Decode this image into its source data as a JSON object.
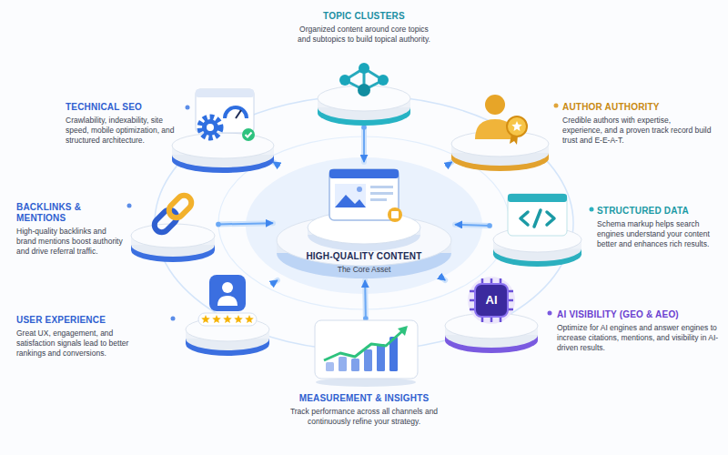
{
  "diagram": {
    "nodes": [
      {
        "text": [
          "TOPIC CLUSTERS",
          "Organized content around core topics and subtopics to build topical authority."
        ]
      },
      {
        "text": [
          "TECHNICAL SEO",
          "Crawlability, indexability, site speed, mobile optimization, and structured architecture."
        ]
      },
      {
        "text": [
          "AUTHOR AUTHORITY",
          "Credible authors with expertise, experience, and a proven track record build trust and E-E-A-T."
        ]
      },
      {
        "text": [
          "BACKLINKS & MENTIONS",
          "High-quality backlinks and brand mentions boost authority and drive referral traffic."
        ]
      },
      {
        "text": [
          "HIGH-QUALITY CONTENT",
          "The Core Asset"
        ]
      },
      {
        "text": [
          "STRUCTURED DATA",
          "Schema markup helps search engines understand your content better and enhances rich results."
        ]
      },
      {
        "text": [
          "USER EXPERIENCE",
          "Great UX, engagement, and satisfaction signals lead to better rankings and conversions."
        ]
      },
      {
        "text": [
          "AI VISIBILITY (GEO & AEO)",
          "Optimize for AI engines and answer engines to increase citations, mentions, and visibility in AI-driven results."
        ]
      },
      {
        "text": [
          "MEASUREMENT & INSIGHTS",
          "Track performance across all channels and continuously refine your strategy."
        ]
      }
    ],
    "edges": [
      {
        "from": 0,
        "to": 4,
        "arrow": "to"
      },
      {
        "from": 1,
        "to": 4,
        "arrow": "to"
      },
      {
        "from": 2,
        "to": 4,
        "arrow": "to"
      },
      {
        "from": 3,
        "to": 4,
        "arrow": "to"
      },
      {
        "from": 5,
        "to": 4,
        "arrow": "to"
      },
      {
        "from": 6,
        "to": 4,
        "arrow": "to"
      },
      {
        "from": 7,
        "to": 4,
        "arrow": "to"
      },
      {
        "from": 8,
        "to": 4,
        "arrow": "to"
      }
    ],
    "labels": [
      "AI"
    ]
  }
}
